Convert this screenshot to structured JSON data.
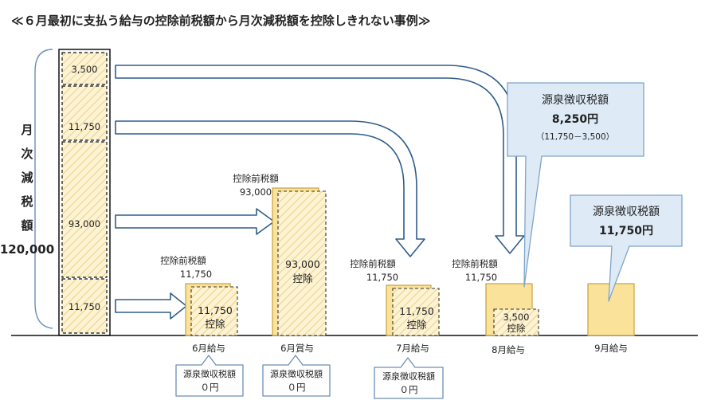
{
  "title": "≪６月最初に支払う給与の控除前税額から月次減税額を控除しきれない事例≫",
  "side_label": {
    "chars": [
      "月",
      "次",
      "減",
      "税",
      "額"
    ],
    "total": "120,000"
  },
  "left_column": [
    "3,500",
    "11,750",
    "93,000",
    "11,750"
  ],
  "months": [
    {
      "label": "6月給与",
      "pre_caption": "控除前税額",
      "pre_value": "11,750",
      "deduct_value": "11,750",
      "deduct_label": "控除",
      "bubble_title": "源泉徴収税額",
      "bubble_value": "０円"
    },
    {
      "label": "6月賞与",
      "pre_caption": "控除前税額",
      "pre_value": "93,000",
      "deduct_value": "93,000",
      "deduct_label": "控除",
      "bubble_title": "源泉徴収税額",
      "bubble_value": "０円"
    },
    {
      "label": "7月給与",
      "pre_caption": "控除前税額",
      "pre_value": "11,750",
      "deduct_value": "11,750",
      "deduct_label": "控除",
      "bubble_title": "源泉徴収税額",
      "bubble_value": "０円"
    },
    {
      "label": "8月給与",
      "pre_caption": "控除前税額",
      "pre_value": "11,750",
      "deduct_value": "3,500",
      "deduct_label": "控除"
    },
    {
      "label": "9月給与"
    }
  ],
  "callout_aug": {
    "title": "源泉徴収税額",
    "value": "8,250円",
    "note": "（11,750－3,500）"
  },
  "callout_sep": {
    "title": "源泉徴収税額",
    "value": "11,750円"
  },
  "colors": {
    "bar_fill": "#fbe29a",
    "bar_stroke": "#c9a23c",
    "hatch": "#e3c978",
    "callout_fill": "#deebf7",
    "callout_stroke": "#7fa4c8",
    "arrow_stroke": "#2f5d8a",
    "bubble_stroke": "#6b8fb5"
  }
}
